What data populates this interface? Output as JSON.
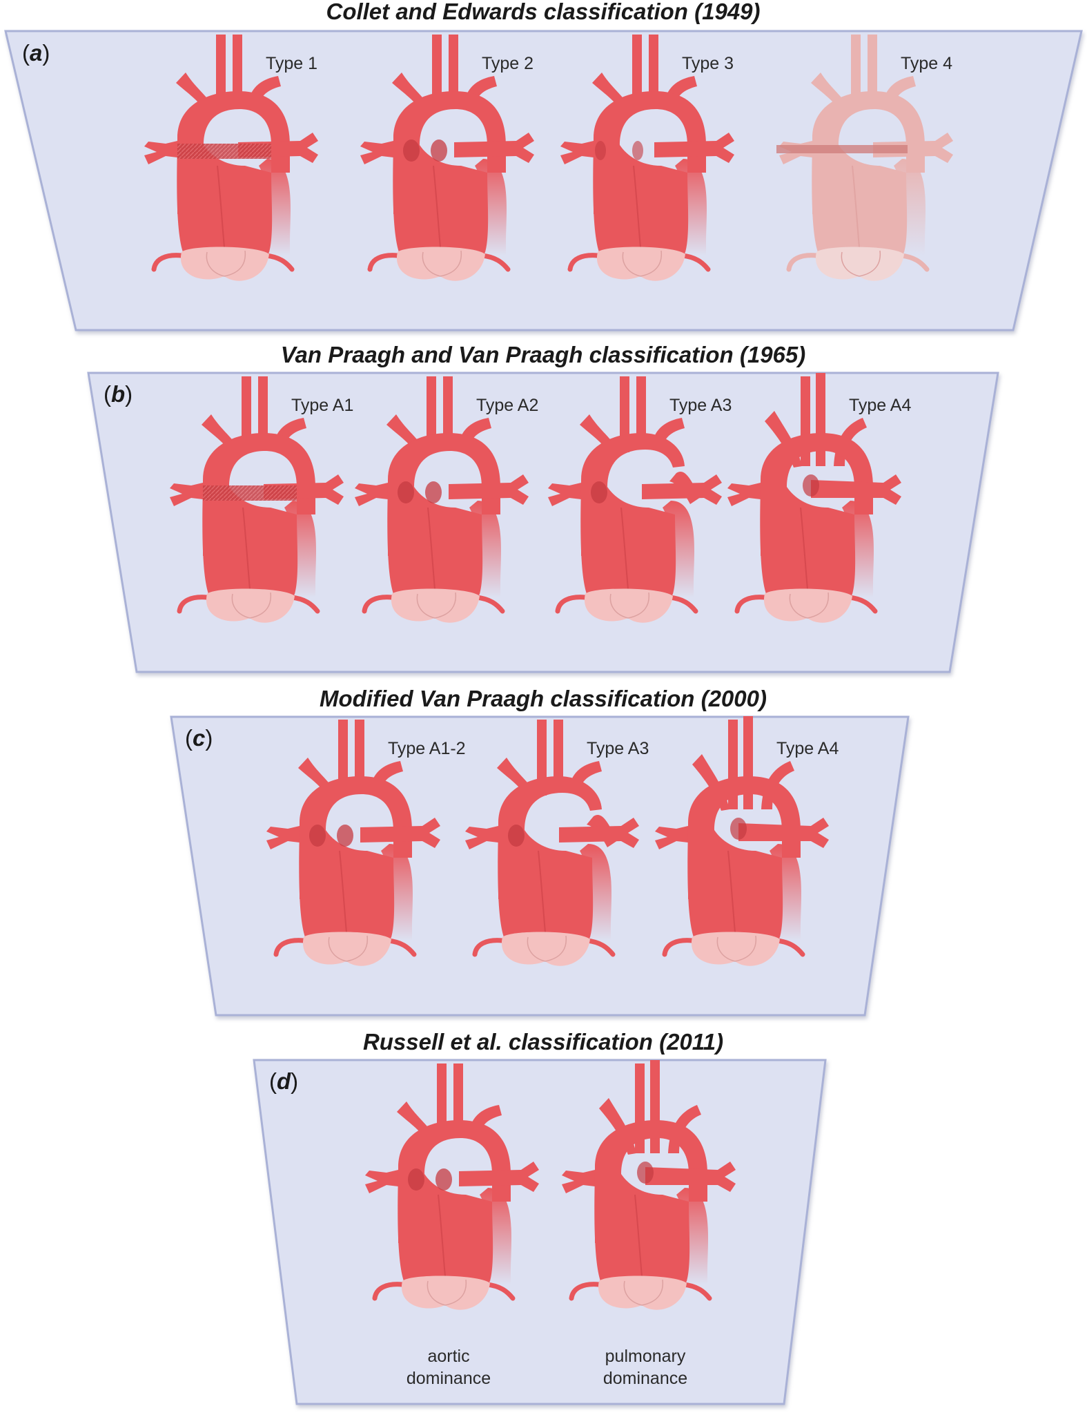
{
  "colors": {
    "panel_fill": "#dde1f2",
    "panel_stroke": "#a9b1d6",
    "vessel": "#e8575c",
    "vessel_dark": "#c53b41",
    "vessel_faded": "#e9b3b1",
    "valve": "#f4c1c0"
  },
  "panels": [
    {
      "title": "Collet and Edwards classification (1949)",
      "label": "a",
      "hearts": [
        {
          "label": "Type 1",
          "variant": "t1",
          "faded": false
        },
        {
          "label": "Type 2",
          "variant": "t2",
          "faded": false
        },
        {
          "label": "Type 3",
          "variant": "t3",
          "faded": false
        },
        {
          "label": "Type 4",
          "variant": "t4",
          "faded": true
        }
      ]
    },
    {
      "title": "Van Praagh and Van Praagh classification (1965)",
      "label": "b",
      "hearts": [
        {
          "label": "Type A1",
          "variant": "t1",
          "faded": false
        },
        {
          "label": "Type A2",
          "variant": "t2",
          "faded": false
        },
        {
          "label": "Type A3",
          "variant": "a3",
          "faded": false
        },
        {
          "label": "Type A4",
          "variant": "a4",
          "faded": false
        }
      ]
    },
    {
      "title": "Modified Van Praagh classification (2000)",
      "label": "c",
      "hearts": [
        {
          "label": "Type A1-2",
          "variant": "t2",
          "faded": false
        },
        {
          "label": "Type A3",
          "variant": "a3",
          "faded": false
        },
        {
          "label": "Type A4",
          "variant": "a4",
          "faded": false
        }
      ]
    },
    {
      "title": "Russell et al. classification (2011)",
      "label": "d",
      "hearts": [
        {
          "label": "aortic\ndominance",
          "variant": "t2",
          "faded": false
        },
        {
          "label": "pulmonary\ndominance",
          "variant": "a4",
          "faded": false
        }
      ]
    }
  ]
}
